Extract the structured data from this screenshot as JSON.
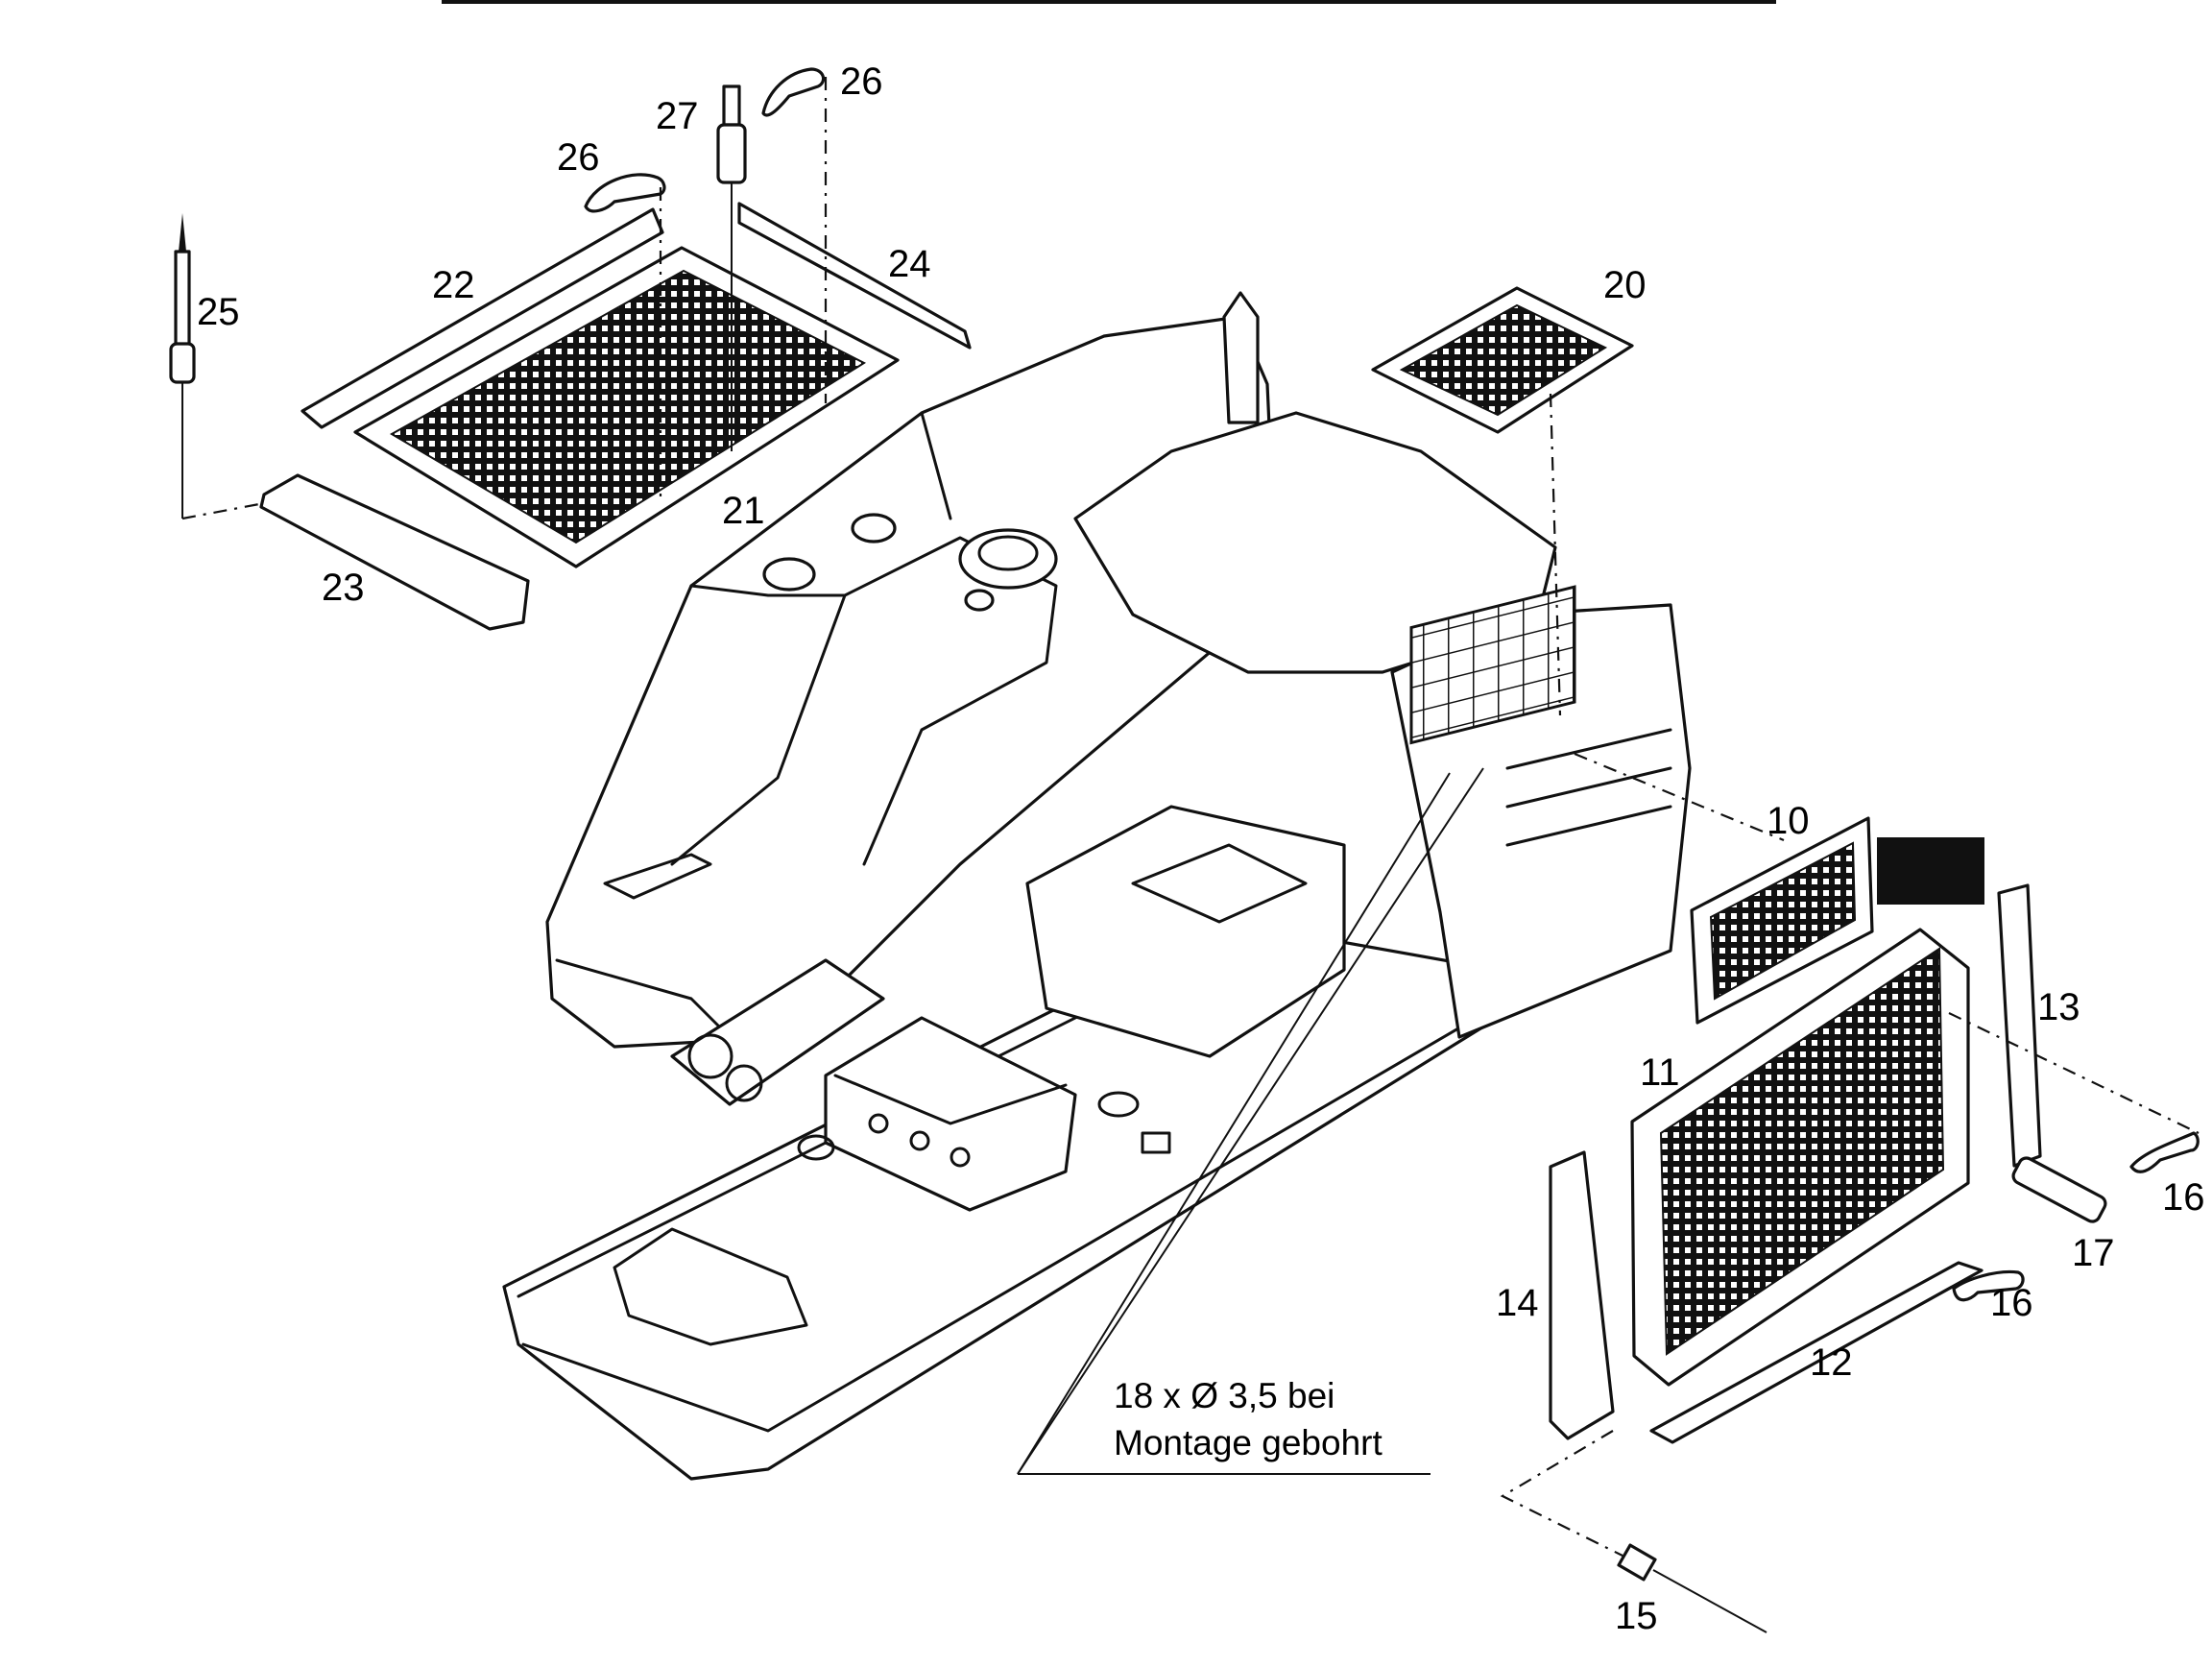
{
  "callouts": {
    "c10": "10",
    "c11": "11",
    "c12": "12",
    "c13": "13",
    "c14": "14",
    "c15": "15",
    "c16a": "16",
    "c16b": "16",
    "c17": "17",
    "c20": "20",
    "c21": "21",
    "c22": "22",
    "c23": "23",
    "c24": "24",
    "c25": "25",
    "c26a": "26",
    "c26b": "26",
    "c27": "27"
  },
  "note": {
    "line1": "18 x Ø 3,5 bei",
    "line2": "Montage gebohrt"
  },
  "colors": {
    "ink": "#111111",
    "paper": "#ffffff"
  }
}
